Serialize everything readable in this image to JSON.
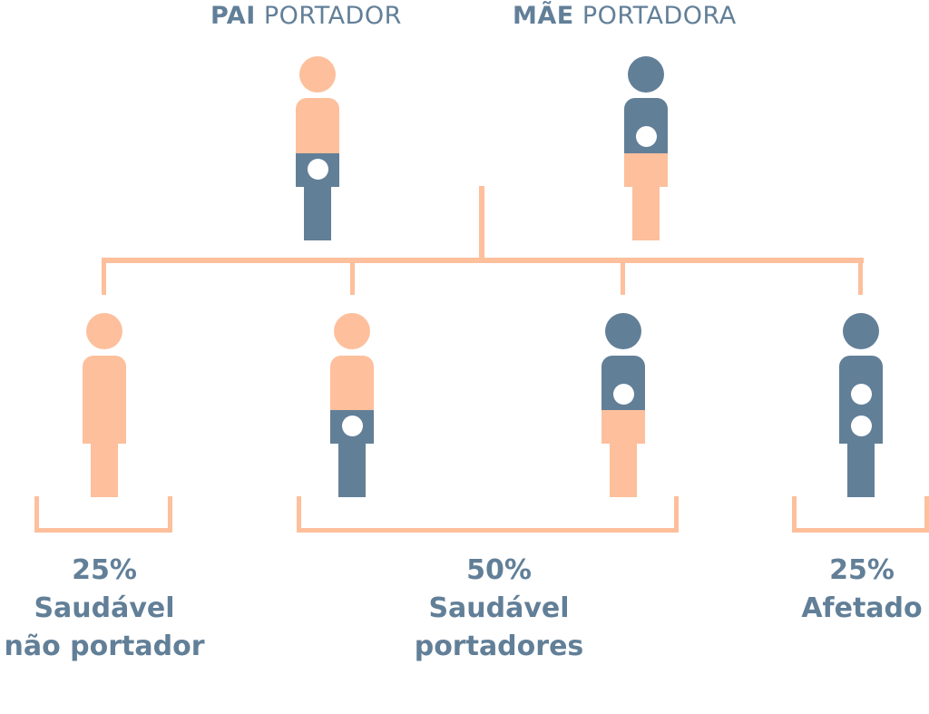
{
  "colors": {
    "healthy": "#fdbf9c",
    "gene": "#627f98",
    "background": "#ffffff"
  },
  "parents": {
    "father": {
      "bold": "PAI",
      "rest": "PORTADOR",
      "top": "healthy",
      "bottom": "gene"
    },
    "mother": {
      "bold": "MÃE",
      "rest": "PORTADORA",
      "top": "gene",
      "bottom": "healthy"
    }
  },
  "children": [
    {
      "id": "child-1",
      "top": "healthy",
      "bottom": "healthy"
    },
    {
      "id": "child-2",
      "top": "healthy",
      "bottom": "gene"
    },
    {
      "id": "child-3",
      "top": "gene",
      "bottom": "healthy"
    },
    {
      "id": "child-4",
      "top": "gene",
      "bottom": "gene"
    }
  ],
  "outcomes": [
    {
      "percent": "25%",
      "line1": "Saudável",
      "line2": "não portador"
    },
    {
      "percent": "50%",
      "line1": "Saudável",
      "line2": "portadores"
    },
    {
      "percent": "25%",
      "line1": "Afetado",
      "line2": ""
    }
  ]
}
